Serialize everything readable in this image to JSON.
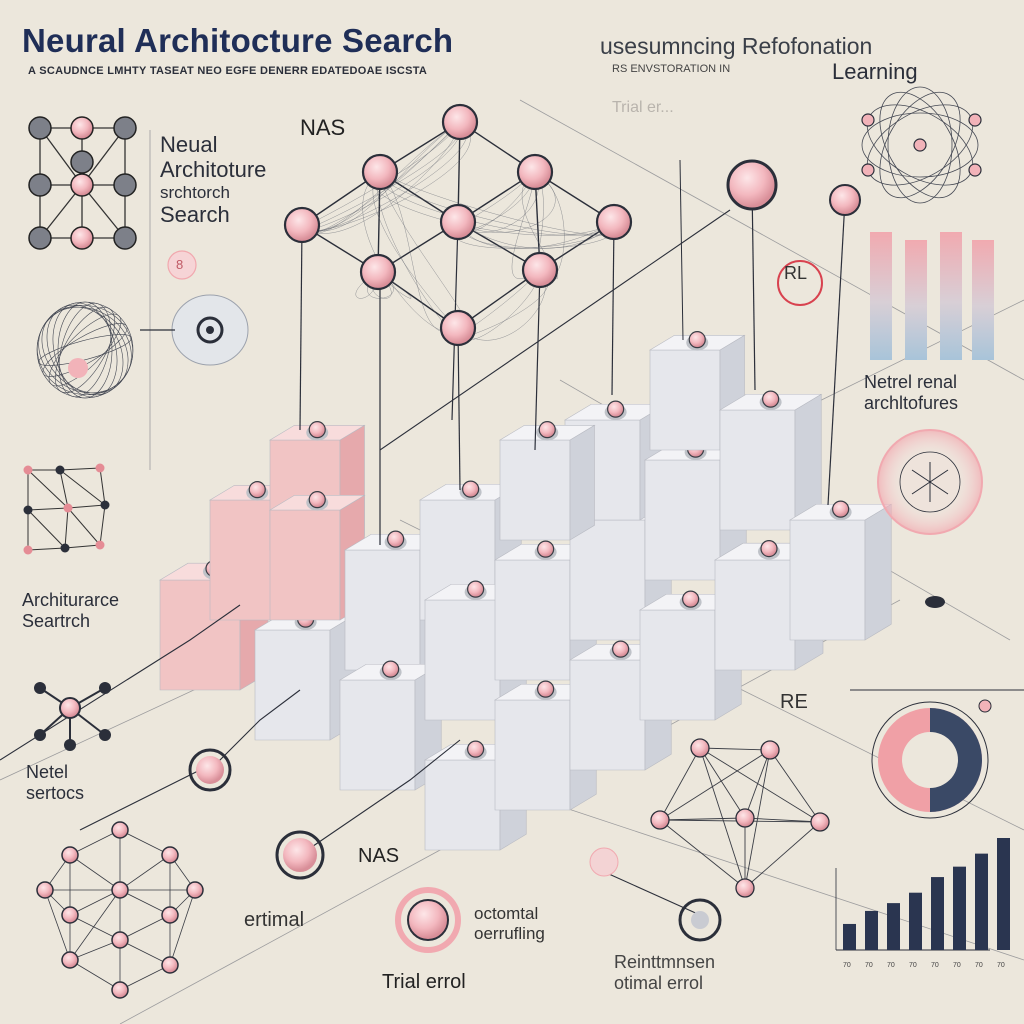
{
  "title": "Neural Architocture Search",
  "subtitle": "A SCAUDNCE LMHTY TASEAT NEO EGFE DENERR EDATEDOAE ISCSTA",
  "rl_heading": {
    "line1": "usesumncing Refofonation",
    "line2": "Learning",
    "small": "RS ENVSTORATION IN"
  },
  "trial_faint": "Trial er...",
  "nas_top": "NAS",
  "na_block": [
    "Neual",
    "Architoture",
    "srchtorch",
    "Search"
  ],
  "badge_small": "8",
  "rl_badge": "RL",
  "netrel": [
    "Netrel renal",
    "archltofures"
  ],
  "archsearch": [
    "Architurarce",
    "Seartrch"
  ],
  "re_label": "RE",
  "netel": [
    "Netel",
    "sertocs"
  ],
  "nas_bottom": "NAS",
  "ertimal": "ertimal",
  "octo": [
    "octomtal",
    "oerrufling"
  ],
  "trial": "Trial   errol",
  "reint": [
    "Reinttmnsen",
    "otimal errol"
  ],
  "bar_chart": {
    "values": [
      2,
      3,
      3.6,
      4.4,
      5.6,
      6.4,
      7.4,
      8.6
    ],
    "ticks": [
      "70",
      "70",
      "70",
      "70",
      "70",
      "70",
      "70",
      "70"
    ]
  },
  "colors": {
    "background": "#ece7dc",
    "accent_pink": "#f0a7ad",
    "navy": "#2a3550",
    "block_gray": "#dfe1e6",
    "block_pink": "#f2c8c8"
  },
  "icons": [
    "network-node-icon",
    "pie-ring-icon",
    "radar-circle-icon",
    "target-icon",
    "cube-lattice-icon",
    "gradient-bars-icon"
  ]
}
